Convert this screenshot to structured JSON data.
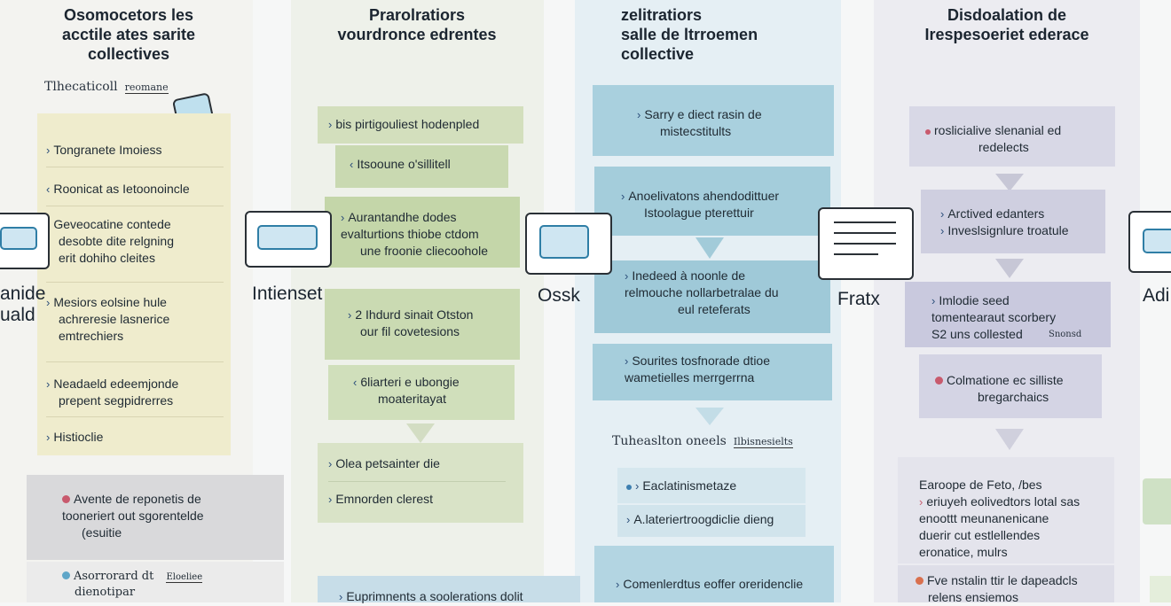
{
  "columns": [
    {
      "title": [
        "Osomocetors les",
        "acctile ates sarite",
        "collectives"
      ],
      "script": [
        "Tlhecaticoll",
        "reomane"
      ],
      "main_items": [
        [
          "Tongranete Imoiess"
        ],
        [
          "Roonicat as Ietoonoincle"
        ],
        [
          "Geveocatine contede",
          "desobte dite relgning",
          "erit dohiho cleites"
        ],
        [
          "Mesiors eolsine hule",
          "achreresie lasnerice",
          "emtrechiers"
        ],
        [
          "Neadaeld edeemjonde",
          "prepent segpidrerres"
        ],
        [
          "Histioclie"
        ]
      ],
      "bottom_box": [
        "Avente de reponetis de",
        "tooneriert out sgorentelde",
        "(esuitie"
      ],
      "bottom_box2": [
        "Asorrorard dt",
        "dienotipar"
      ],
      "bottom_box2_tag": "Eloeliee"
    },
    {
      "title": [
        "Prarolratiors",
        "vourdronce edrentes"
      ],
      "items": [
        [
          "bis pirtigouliest hodenpled"
        ],
        [
          "Itsooune o'sillitell"
        ],
        [
          "Aurantandhe dodes",
          "evalturtions thiobe ctdom",
          "une froonie cliecoohole"
        ],
        [
          "2 Ihdurd sinait Otston",
          "our fil covetesions"
        ],
        [
          "6liarteri e ubongie",
          "moateritayat"
        ],
        [
          "Olea petsainter die"
        ],
        [
          "Emnorden clerest"
        ],
        [
          "Euprimnents a soolerations dolit"
        ]
      ]
    },
    {
      "title": [
        "zelitratiors",
        "salle de ltrroemen",
        "collective"
      ],
      "items": [
        [
          "Sarry e diect rasin de",
          "mistecstitults"
        ],
        [
          "Anoelivatons ahendodittuer",
          "Istoolague pterettuir"
        ],
        [
          "Inedeed à noonle de",
          "relmouche nollarbetralae du",
          "eul reteferats"
        ],
        [
          "Sourites tosfnorade dtioe",
          "wametielles merrgerrna"
        ]
      ],
      "script": [
        "Tuheaslton oneels",
        "Ilbisnesielts"
      ],
      "sub_items": [
        "Eaclatinismetaze",
        "A.lateriertroogdiclie dieng"
      ],
      "last_item": "Comenlerdtus eoffer oreridenclie"
    },
    {
      "title": [
        "Disdoalation de",
        "Irespesoeriet ederace"
      ],
      "items": [
        [
          "roslicialive slenanial ed",
          "redelects"
        ],
        [
          "Arctived edanters",
          "Inveslsignlure troatule"
        ],
        [
          "Imlodie seed",
          "tomentearaut scorbery",
          "S2 uns collested"
        ],
        [
          "Colmatione ec silliste",
          "bregarchaics"
        ],
        [
          "Earoope de Feto, /bes",
          "eriuyeh eolivedtors lotal sas",
          "enoottt meunanenicane",
          "duerir cut estlellendes",
          "eronatice, mulrs"
        ],
        [
          "Fve nstalin ttir le dapeadcls",
          "relens ensiemos"
        ]
      ],
      "script": [
        "Snonsd"
      ]
    }
  ],
  "icon_labels": [
    "anide",
    "uald",
    "Intienset",
    "Ossk",
    "Fratx",
    "Adi"
  ]
}
